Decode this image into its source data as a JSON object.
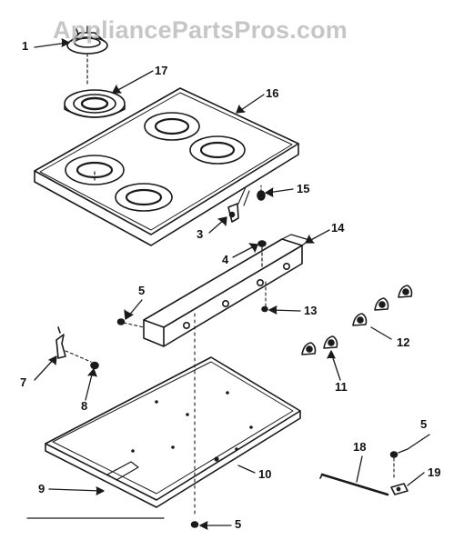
{
  "watermark": "AppliancePartsPros.com",
  "callouts": [
    {
      "id": "c1",
      "label": "1"
    },
    {
      "id": "c17",
      "label": "17"
    },
    {
      "id": "c16",
      "label": "16"
    },
    {
      "id": "c15",
      "label": "15"
    },
    {
      "id": "c3",
      "label": "3"
    },
    {
      "id": "c14",
      "label": "14"
    },
    {
      "id": "c4",
      "label": "4"
    },
    {
      "id": "c5a",
      "label": "5"
    },
    {
      "id": "c13",
      "label": "13"
    },
    {
      "id": "c12",
      "label": "12"
    },
    {
      "id": "c11",
      "label": "11"
    },
    {
      "id": "c7",
      "label": "7"
    },
    {
      "id": "c8",
      "label": "8"
    },
    {
      "id": "c10",
      "label": "10"
    },
    {
      "id": "c9",
      "label": "9"
    },
    {
      "id": "c5b",
      "label": "5"
    },
    {
      "id": "c18",
      "label": "18"
    },
    {
      "id": "c5c",
      "label": "5"
    },
    {
      "id": "c19",
      "label": "19"
    }
  ],
  "colors": {
    "line": "#1a1a1a",
    "watermark": "#bdbdbd"
  }
}
